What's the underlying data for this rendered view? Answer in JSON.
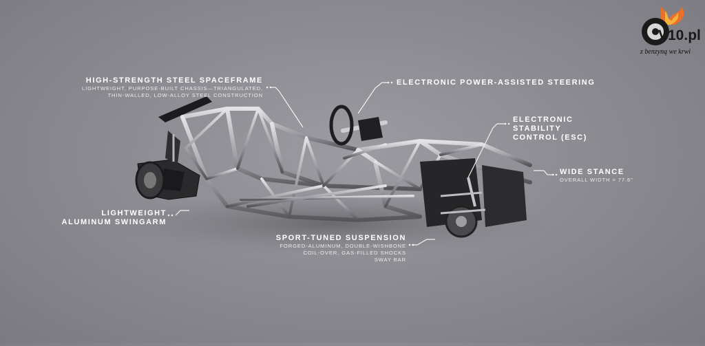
{
  "logo": {
    "brand": "V10.pl",
    "tagline": "z benzyną we krwi"
  },
  "callouts": {
    "spaceframe": {
      "title": "HIGH-STRENGTH STEEL SPACEFRAME",
      "lines": [
        "LIGHTWEIGHT, PURPOSE-BUILT CHASSIS—TRIANGULATED,",
        "THIN-WALLED, LOW-ALLOY STEEL CONSTRUCTION"
      ]
    },
    "steering": {
      "title": "ELECTRONIC POWER-ASSISTED STEERING"
    },
    "esc": {
      "lines": [
        "ELECTRONIC",
        "STABILITY",
        "CONTROL (ESC)"
      ]
    },
    "stance": {
      "title": "WIDE STANCE",
      "sub": "OVERALL WIDTH = 77.6\""
    },
    "swingarm": {
      "lines": [
        "LIGHTWEIGHT",
        "ALUMINUM SWINGARM"
      ]
    },
    "suspension": {
      "title": "SPORT-TUNED SUSPENSION",
      "lines": [
        "FORGED-ALUMINUM, DOUBLE-WISHBONE",
        "COIL-OVER, GAS-FILLED SHOCKS",
        "SWAY BAR"
      ]
    }
  }
}
